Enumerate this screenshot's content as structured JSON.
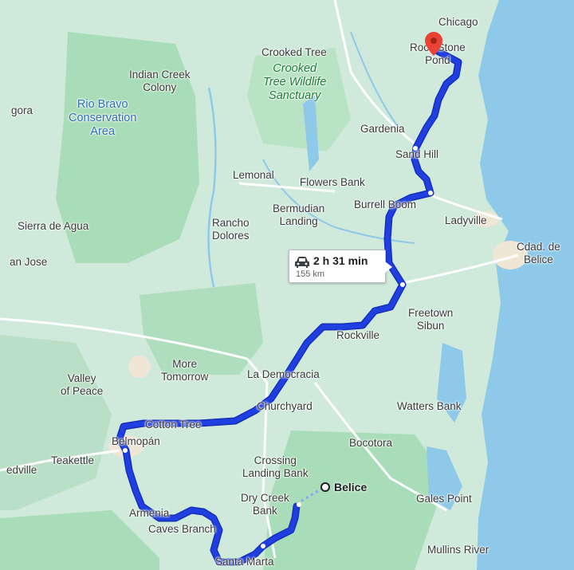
{
  "map": {
    "colors": {
      "land": "#cfeadb",
      "forest": "#a9dcb8",
      "water": "#8ec9ea",
      "route": "#1f3fe0",
      "road": "#ffffff"
    },
    "labels": {
      "chicago": "Chicago",
      "rock_stone_pond": "Rock Stone\nPond",
      "crooked_tree": "Crooked Tree",
      "crooked_tree_sanctuary": "Crooked\nTree Wildlife\nSanctuary",
      "indian_creek": "Indian Creek\nColony",
      "rio_bravo": "Rio Bravo\nConservation\nArea",
      "gora": "gora",
      "gardenia": "Gardenia",
      "sand_hill": "Sand Hill",
      "lemonal": "Lemonal",
      "flowers_bank": "Flowers Bank",
      "burrell_boom": "Burrell Boom",
      "bermudian_landing": "Bermudian\nLanding",
      "rancho_dolores": "Rancho\nDolores",
      "ladyville": "Ladyville",
      "sierra_de_agua": "Sierra de Agua",
      "san_jose": "an Jose",
      "cdad_belice": "Cdad. de\nBelice",
      "freetown_sibun": "Freetown\nSibun",
      "rockville": "Rockville",
      "more_tomorrow": "More\nTomorrow",
      "valley_of_peace": "Valley\nof Peace",
      "la_democracia": "La Democracia",
      "churchyard": "Churchyard",
      "watters_bank": "Watters Bank",
      "cotton_tree": "Cotton Tree",
      "belmopan": "Belmopán",
      "bocotora": "Bocotora",
      "teakettle": "Teakettle",
      "edville": "edville",
      "crossing_landing_bank": "Crossing\nLanding Bank",
      "dry_creek_bank": "Dry Creek\nBank",
      "gales_point": "Gales Point",
      "armenia": "Armenia",
      "caves_branch": "Caves Branch",
      "mullins_river": "Mullins River",
      "santa_marta": "Santa Marta"
    },
    "destination": {
      "label": "Belice"
    },
    "route_info": {
      "time": "2 h 31 min",
      "distance": "155 km",
      "icon": "car-icon"
    },
    "origin_marker": {
      "icon": "map-pin-icon",
      "color": "#ea4335"
    }
  }
}
